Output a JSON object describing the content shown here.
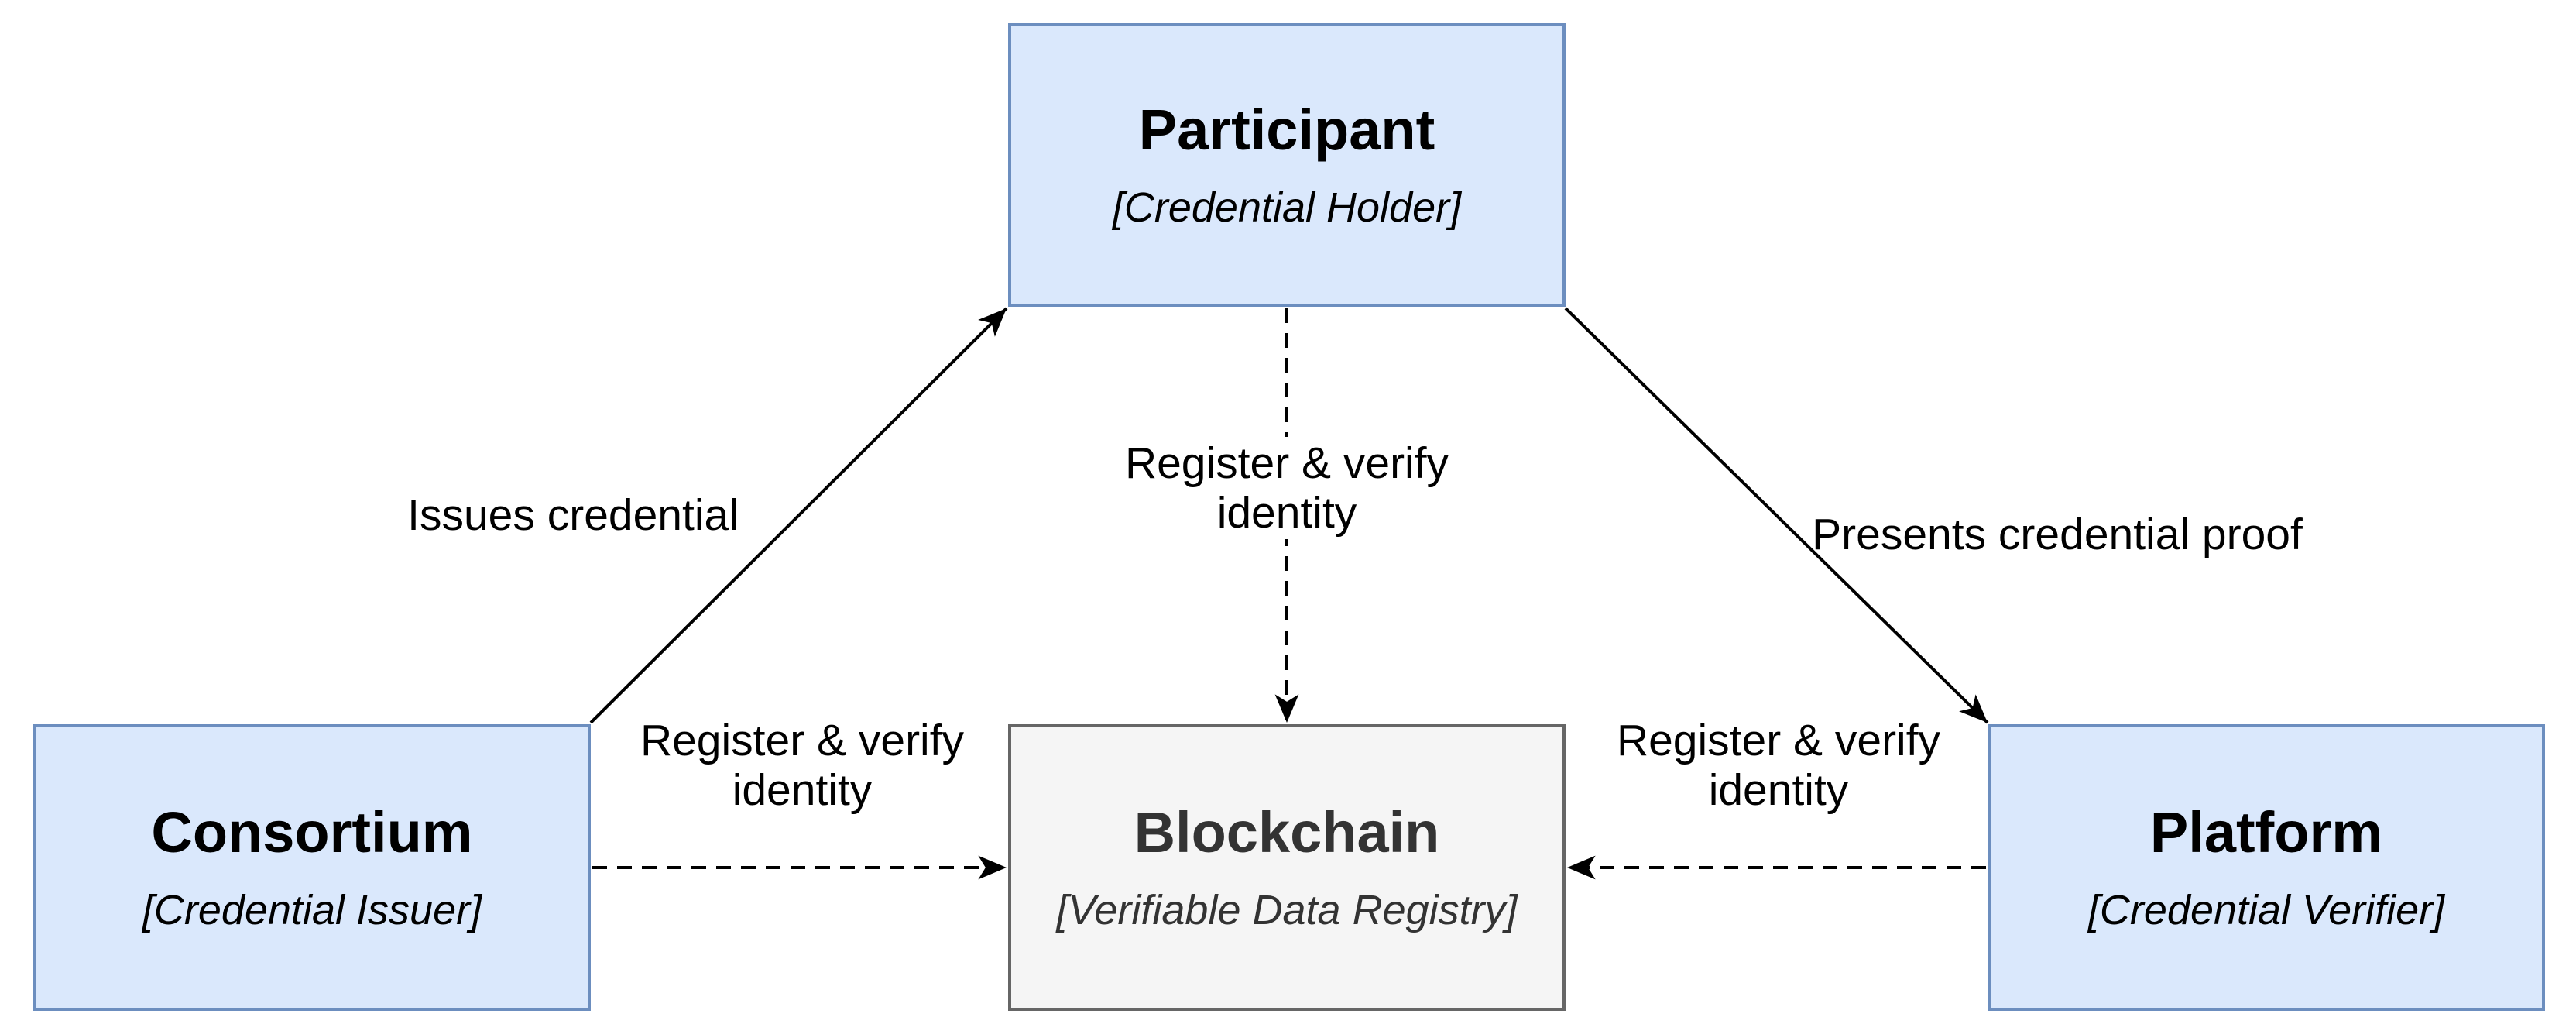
{
  "nodes": {
    "participant": {
      "title": "Participant",
      "subtitle": "[Credential Holder]"
    },
    "consortium": {
      "title": "Consortium",
      "subtitle": "[Credential Issuer]"
    },
    "blockchain": {
      "title": "Blockchain",
      "subtitle": "[Verifiable Data Registry]"
    },
    "platform": {
      "title": "Platform",
      "subtitle": "[Credential Verifier]"
    }
  },
  "edges": {
    "issues": {
      "label": "Issues credential",
      "style": "solid-arrow"
    },
    "presents": {
      "label": "Presents credential proof",
      "style": "solid-arrow"
    },
    "participant_registry": {
      "lines": [
        "Register & verify",
        "identity"
      ],
      "style": "dashed-arrow"
    },
    "consortium_registry": {
      "lines": [
        "Register & verify",
        "identity"
      ],
      "style": "dashed-arrow"
    },
    "platform_registry": {
      "lines": [
        "Register & verify",
        "identity"
      ],
      "style": "dashed-arrow"
    }
  },
  "colors": {
    "node_fill_blue": "#dae8fc",
    "node_border_blue": "#6c8ebf",
    "node_fill_gray": "#f5f5f5",
    "node_border_gray": "#666666",
    "node_text_gray": "#333333",
    "line_color": "#000000",
    "bg_color": "#ffffff"
  }
}
